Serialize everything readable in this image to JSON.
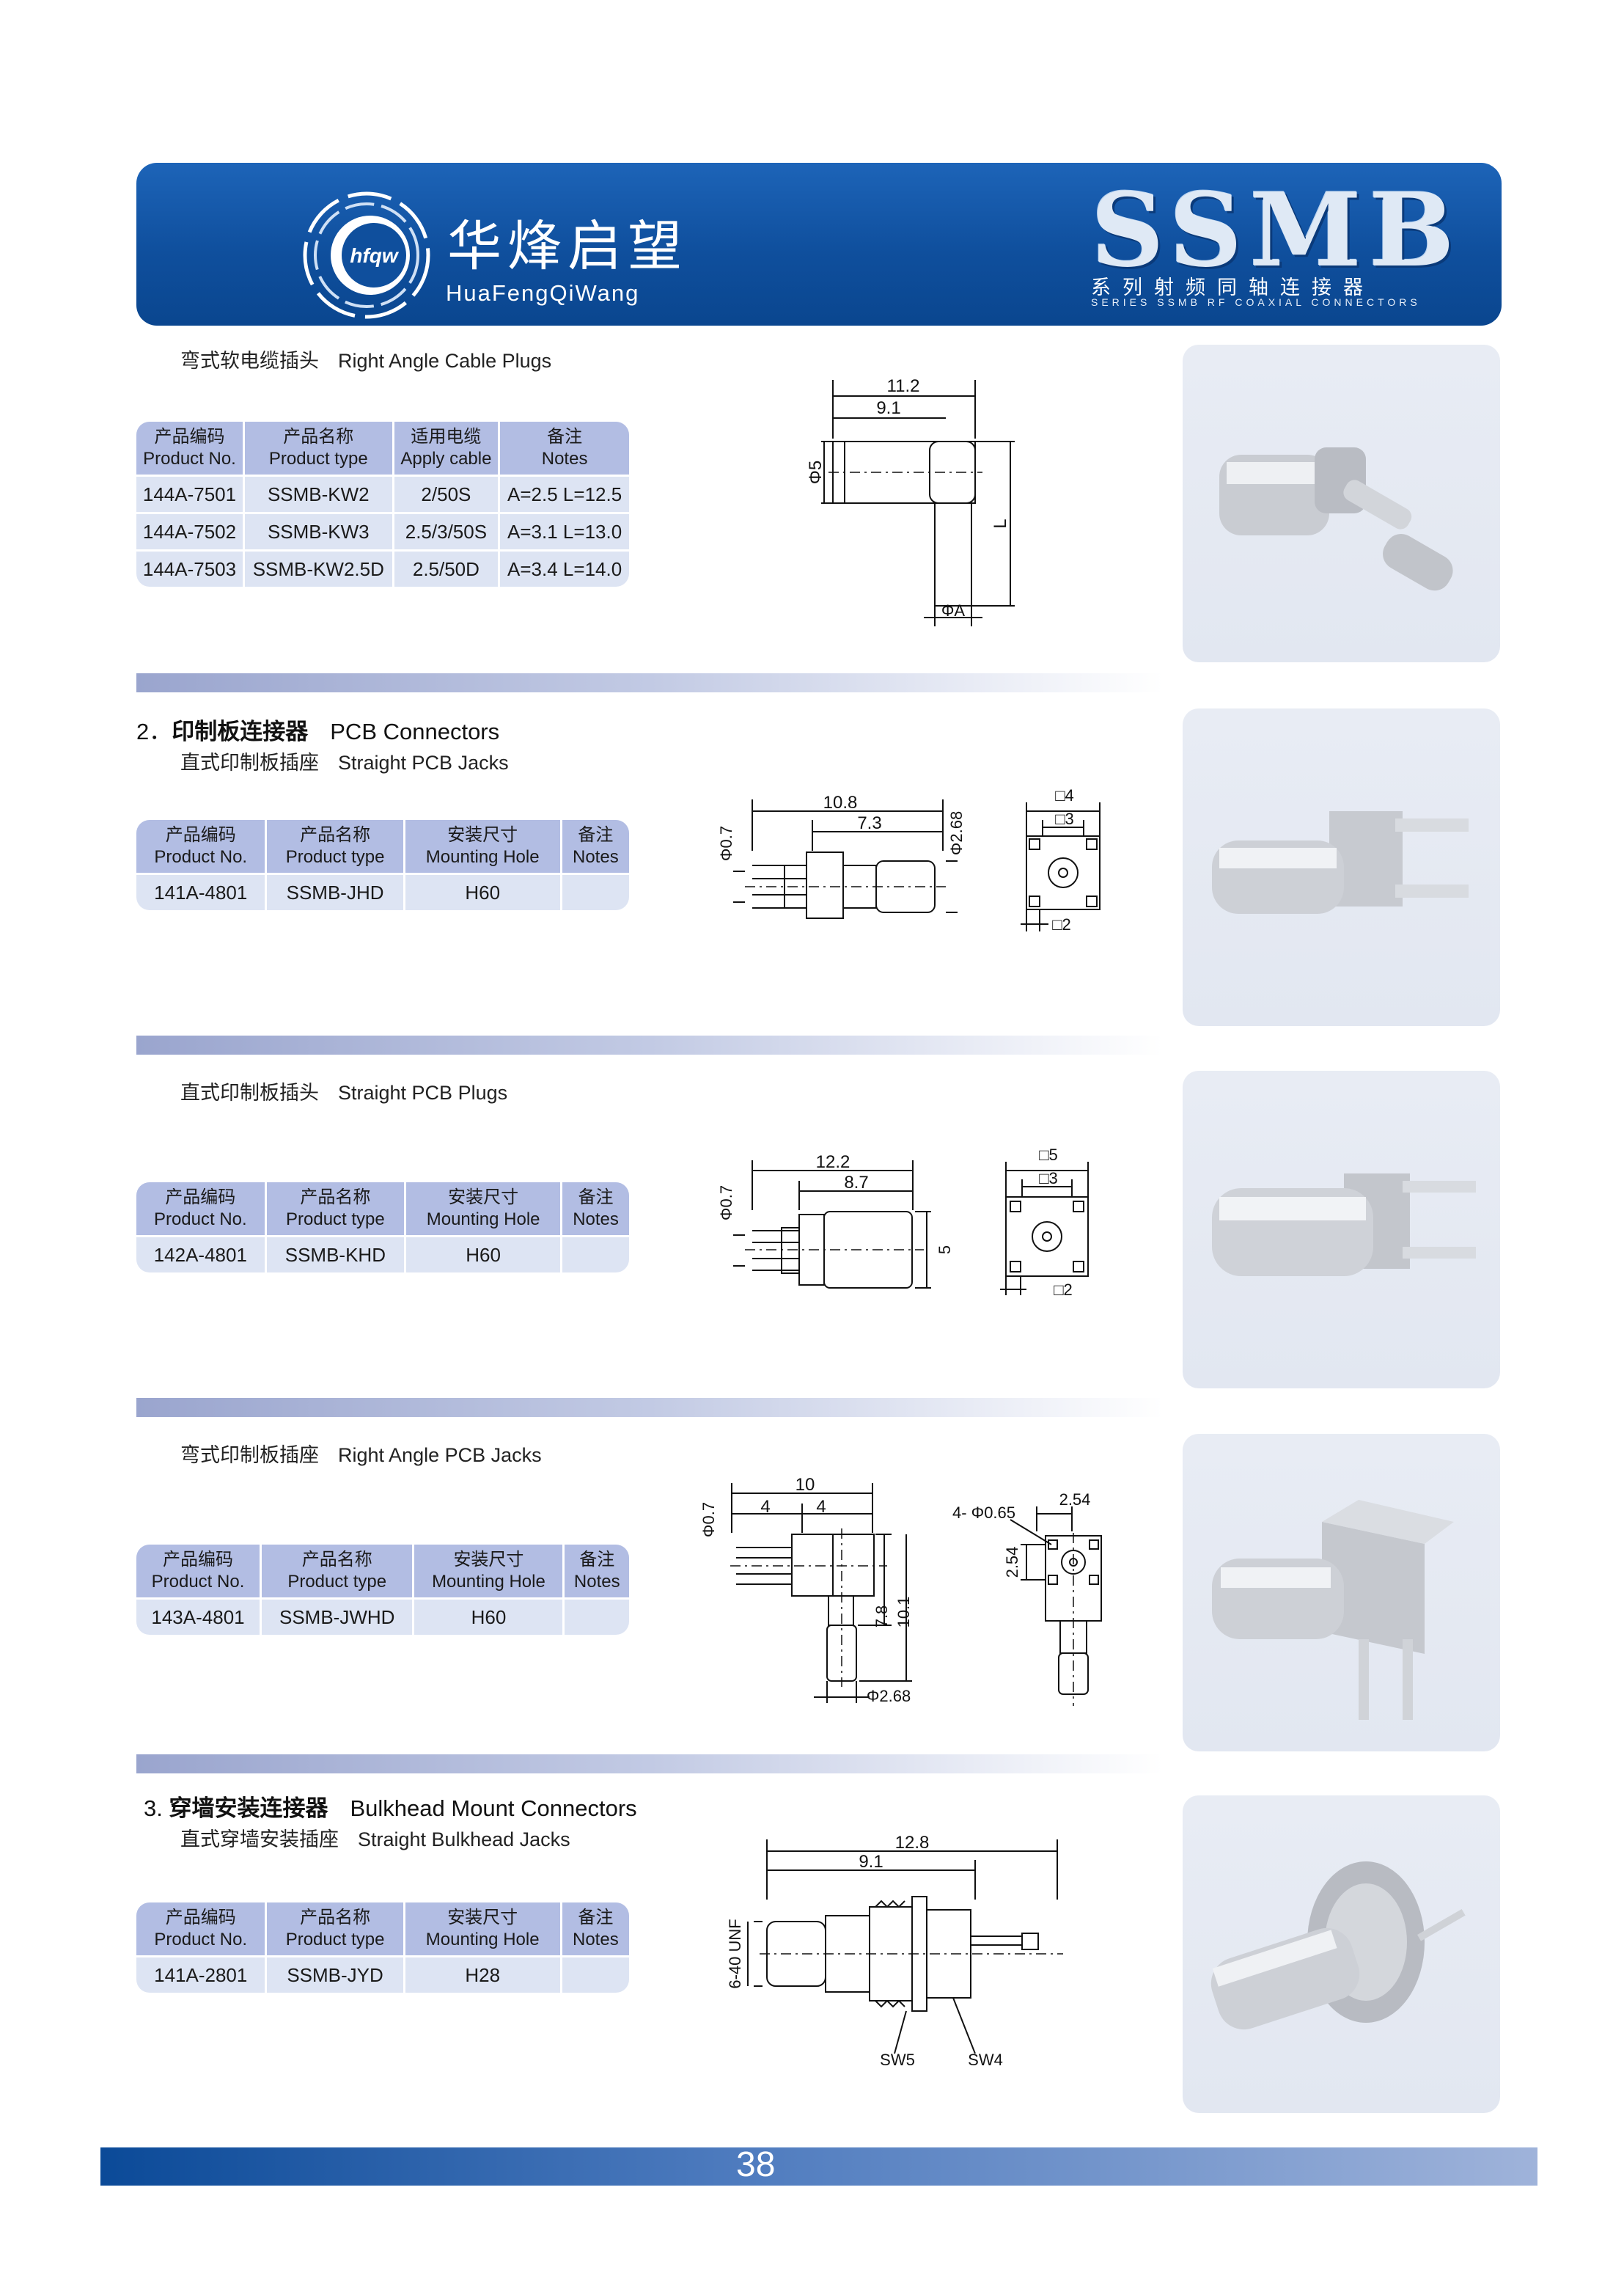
{
  "header": {
    "logo_text": "hfqw",
    "brand_cn": "华烽启望",
    "brand_en": "HuaFengQiWang",
    "series_title": "SSMB",
    "series_cn": "系列射频同轴连接器",
    "series_en": "SERIES SSMB RF COAXIAL CONNECTORS"
  },
  "colors": {
    "header_blue": "#0f4f9d",
    "table_header": "#b2bde3",
    "table_row": "#dde4f3",
    "photo_bg": "#e5e9f2"
  },
  "sections": [
    {
      "caption_cn": "弯式软电缆插头",
      "caption_en": "Right Angle Cable Plugs",
      "headers": [
        {
          "cn": "产品编码",
          "en": "Product No."
        },
        {
          "cn": "产品名称",
          "en": "Product type"
        },
        {
          "cn": "适用电缆",
          "en": "Apply cable"
        },
        {
          "cn": "备注",
          "en": "Notes"
        }
      ],
      "rows": [
        [
          "144A-7501",
          "SSMB-KW2",
          "2/50S",
          "A=2.5 L=12.5"
        ],
        [
          "144A-7502",
          "SSMB-KW3",
          "2.5/3/50S",
          "A=3.1 L=13.0"
        ],
        [
          "144A-7503",
          "SSMB-KW2.5D",
          "2.5/50D",
          "A=3.4 L=14.0"
        ]
      ],
      "dims": [
        "11.2",
        "9.1",
        "Φ5",
        "L",
        "ΦA"
      ]
    },
    {
      "number": "2．",
      "title_cn": "印制板连接器",
      "title_en": "PCB Connectors",
      "caption_cn": "直式印制板插座",
      "caption_en": "Straight PCB Jacks",
      "headers": [
        {
          "cn": "产品编码",
          "en": "Product No."
        },
        {
          "cn": "产品名称",
          "en": "Product type"
        },
        {
          "cn": "安装尺寸",
          "en": "Mounting Hole"
        },
        {
          "cn": "备注",
          "en": "Notes"
        }
      ],
      "rows": [
        [
          "141A-4801",
          "SSMB-JHD",
          "H60",
          ""
        ]
      ],
      "dims": [
        "10.8",
        "7.3",
        "Φ0.7",
        "Φ2.68",
        "□4",
        "□3",
        "□2"
      ]
    },
    {
      "caption_cn": "直式印制板插头",
      "caption_en": "Straight PCB Plugs",
      "headers": [
        {
          "cn": "产品编码",
          "en": "Product No."
        },
        {
          "cn": "产品名称",
          "en": "Product type"
        },
        {
          "cn": "安装尺寸",
          "en": "Mounting Hole"
        },
        {
          "cn": "备注",
          "en": "Notes"
        }
      ],
      "rows": [
        [
          "142A-4801",
          "SSMB-KHD",
          "H60",
          ""
        ]
      ],
      "dims": [
        "12.2",
        "8.7",
        "Φ0.7",
        "5",
        "□5",
        "□3",
        "□2"
      ]
    },
    {
      "caption_cn": "弯式印制板插座",
      "caption_en": "Right Angle PCB Jacks",
      "headers": [
        {
          "cn": "产品编码",
          "en": "Product No."
        },
        {
          "cn": "产品名称",
          "en": "Product type"
        },
        {
          "cn": "安装尺寸",
          "en": "Mounting Hole"
        },
        {
          "cn": "备注",
          "en": "Notes"
        }
      ],
      "rows": [
        [
          "143A-4801",
          "SSMB-JWHD",
          "H60",
          ""
        ]
      ],
      "dims": [
        "10",
        "4",
        "4",
        "Φ0.7",
        "7.8",
        "10.1",
        "Φ2.68",
        "4- Φ0.65",
        "2.54",
        "2.54"
      ]
    },
    {
      "number": "3.",
      "title_cn": "穿墙安装连接器",
      "title_en": "Bulkhead Mount Connectors",
      "caption_cn": "直式穿墙安装插座",
      "caption_en": "Straight Bulkhead Jacks",
      "headers": [
        {
          "cn": "产品编码",
          "en": "Product No."
        },
        {
          "cn": "产品名称",
          "en": "Product type"
        },
        {
          "cn": "安装尺寸",
          "en": "Mounting Hole"
        },
        {
          "cn": "备注",
          "en": "Notes"
        }
      ],
      "rows": [
        [
          "141A-2801",
          "SSMB-JYD",
          "H28",
          ""
        ]
      ],
      "dims": [
        "12.8",
        "9.1",
        "6-40 UNF",
        "SW5",
        "SW4"
      ]
    }
  ],
  "page_number": "38"
}
